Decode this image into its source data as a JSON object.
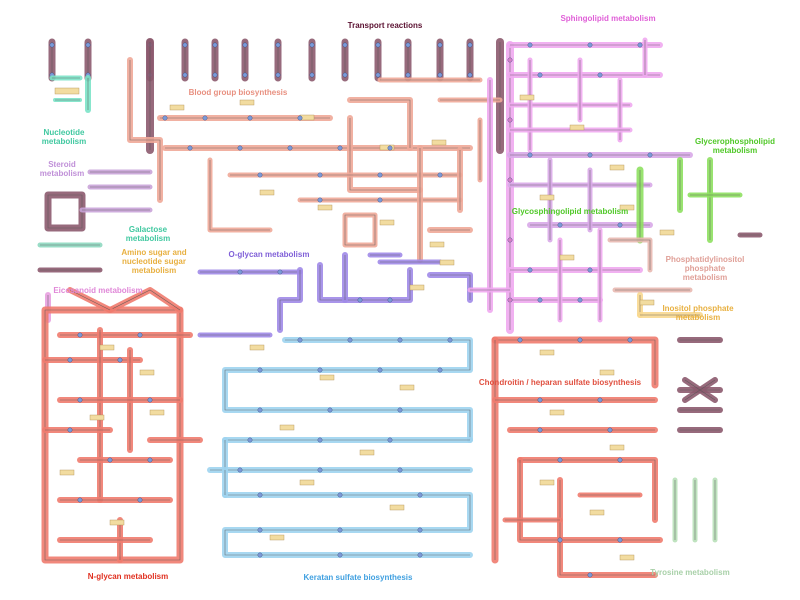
{
  "title": "Transport reactions",
  "colors": {
    "transport": "#8c5a6e",
    "blood_group": "#f0a898",
    "nucleotide": "#7be3c8",
    "steroid": "#c9a3d8",
    "galactose": "#8ed8c0",
    "amino_sugar": "#f0c060",
    "eicosanoid": "#e8a0e0",
    "o_glycan": "#a08ae8",
    "n_glycan": "#ef7b6e",
    "keratan": "#9fd4f0",
    "chondroitin": "#ef7b6e",
    "sphingolipid": "#f0a8f0",
    "glycosphingolipid": "#d8a8e8",
    "glycerophospholipid": "#8ee060",
    "phosphatidylinositol": "#e8b8b0",
    "inositol_phosphate": "#f8d890",
    "tyrosine": "#b8e0b8",
    "node": "#7a9ad8",
    "node_pink": "#d880c8",
    "metabolite_box": "#f2dca0"
  },
  "pathways": {
    "transport": "Transport reactions",
    "sphingolipid": "Sphingolipid metabolism",
    "blood_group": "Blood group biosynthesis",
    "nucleotide": [
      "Nucleotide",
      "metabolism"
    ],
    "steroid": [
      "Steroid",
      "metabolism"
    ],
    "glycerophospholipid": [
      "Glycerophospholipid",
      "metabolism"
    ],
    "glycosphingolipid": "Glycosphingolipid metabolism",
    "galactose": [
      "Galactose",
      "metabolism"
    ],
    "amino_sugar": [
      "Amino sugar and",
      "nucleotide sugar",
      "metabolism"
    ],
    "o_glycan": "O-glycan metabolism",
    "phosphatidylinositol": [
      "Phosphatidylinositol",
      "phosphate",
      "metabolism"
    ],
    "eicosanoid": "Eicosanoid metabolism",
    "inositol_phosphate": [
      "Inositol phosphate",
      "metabolism"
    ],
    "chondroitin": "Chondroitin / heparan sulfate biosynthesis",
    "n_glycan": "N-glycan metabolism",
    "keratan": "Keratan sulfate biosynthesis",
    "tyrosine": "Tyrosine metabolism"
  }
}
